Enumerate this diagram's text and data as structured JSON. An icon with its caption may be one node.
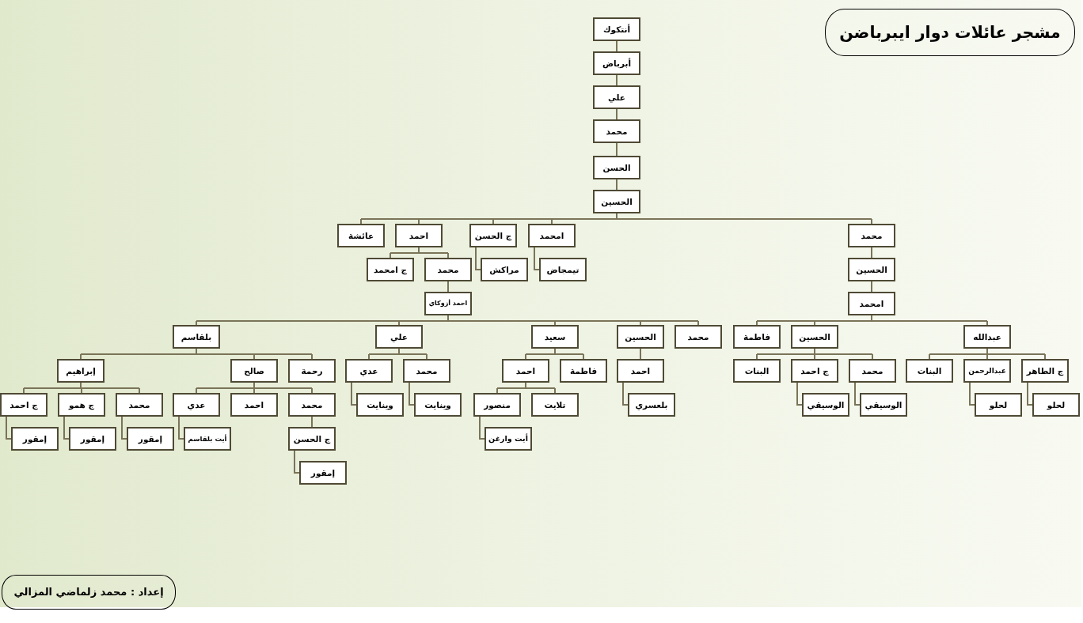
{
  "diagram": {
    "title": "مشجر عائلات دوار ايبرباضن",
    "caption": "إعداد : محمد زلماضي المزالي",
    "nodes": [
      {
        "text": [
          "أنتكوك"
        ]
      },
      {
        "text": [
          "أبرباض"
        ]
      },
      {
        "text": [
          "علي"
        ]
      },
      {
        "text": [
          "محمد"
        ]
      },
      {
        "text": [
          "الحسن"
        ]
      },
      {
        "text": [
          "الحسين"
        ]
      },
      {
        "text": [
          "محمد"
        ]
      },
      {
        "text": [
          "امحمد"
        ]
      },
      {
        "text": [
          "ج الحسن"
        ]
      },
      {
        "text": [
          "احمد"
        ]
      },
      {
        "text": [
          "عائشة"
        ]
      },
      {
        "text": [
          "الحسين"
        ]
      },
      {
        "text": [
          "تيمجاض"
        ]
      },
      {
        "text": [
          "مراكش"
        ]
      },
      {
        "text": [
          "محمد"
        ]
      },
      {
        "text": [
          "ج امحمد"
        ]
      },
      {
        "text": [
          "امحمد"
        ]
      },
      {
        "text": [
          "احمد أزوكاي"
        ]
      },
      {
        "text": [
          "عبدالله"
        ]
      },
      {
        "text": [
          "الحسين"
        ]
      },
      {
        "text": [
          "فاطمة"
        ]
      },
      {
        "text": [
          "محمد"
        ]
      },
      {
        "text": [
          "الحسين"
        ]
      },
      {
        "text": [
          "سعيد"
        ]
      },
      {
        "text": [
          "علي"
        ]
      },
      {
        "text": [
          "بلقاسم"
        ]
      },
      {
        "text": [
          "ج الطاهر"
        ]
      },
      {
        "text": [
          "عبدالرحمن"
        ]
      },
      {
        "text": [
          "البنات"
        ]
      },
      {
        "text": [
          "محمد"
        ]
      },
      {
        "text": [
          "ج احمد"
        ]
      },
      {
        "text": [
          "البنات"
        ]
      },
      {
        "text": [
          "احمد"
        ]
      },
      {
        "text": [
          "فاطمة"
        ]
      },
      {
        "text": [
          "احمد"
        ]
      },
      {
        "text": [
          "محمد"
        ]
      },
      {
        "text": [
          "عدي"
        ]
      },
      {
        "text": [
          "رحمة"
        ]
      },
      {
        "text": [
          "صالح"
        ]
      },
      {
        "text": [
          "إبراهيم"
        ]
      },
      {
        "text": [
          "لحلو"
        ]
      },
      {
        "text": [
          "لحلو"
        ]
      },
      {
        "text": [
          "الوسيقي"
        ]
      },
      {
        "text": [
          "الوسيقي"
        ]
      },
      {
        "text": [
          "بلعسري"
        ]
      },
      {
        "text": [
          "تلايت"
        ]
      },
      {
        "text": [
          "منصور"
        ]
      },
      {
        "text": [
          "وينايت"
        ]
      },
      {
        "text": [
          "وينايت"
        ]
      },
      {
        "text": [
          "محمد"
        ]
      },
      {
        "text": [
          "احمد"
        ]
      },
      {
        "text": [
          "عدي"
        ]
      },
      {
        "text": [
          "محمد"
        ]
      },
      {
        "text": [
          "ج همو"
        ]
      },
      {
        "text": [
          "ج احمد"
        ]
      },
      {
        "text": [
          "أيت وارغن"
        ]
      },
      {
        "text": [
          "ج الحسن"
        ]
      },
      {
        "text": [
          "أيت بلقاسم"
        ]
      },
      {
        "text": [
          "إمقور"
        ]
      },
      {
        "text": [
          "إمقور"
        ]
      },
      {
        "text": [
          "إمقور"
        ]
      },
      {
        "text": [
          "إمقور"
        ]
      }
    ],
    "edges": [
      {
        "from": 0,
        "to": 1,
        "arrow": "none"
      },
      {
        "from": 1,
        "to": 2,
        "arrow": "none"
      },
      {
        "from": 2,
        "to": 3,
        "arrow": "none"
      },
      {
        "from": 3,
        "to": 4,
        "arrow": "none"
      },
      {
        "from": 4,
        "to": 5,
        "arrow": "none"
      },
      {
        "from": 5,
        "to": 6,
        "arrow": "none"
      },
      {
        "from": 5,
        "to": 7,
        "arrow": "none"
      },
      {
        "from": 5,
        "to": 8,
        "arrow": "none"
      },
      {
        "from": 5,
        "to": 9,
        "arrow": "none"
      },
      {
        "from": 5,
        "to": 10,
        "arrow": "none"
      },
      {
        "from": 6,
        "to": 11,
        "arrow": "none"
      },
      {
        "from": 11,
        "to": 16,
        "arrow": "none"
      },
      {
        "from": 7,
        "to": 12,
        "arrow": "none"
      },
      {
        "from": 8,
        "to": 13,
        "arrow": "none"
      },
      {
        "from": 9,
        "to": 14,
        "arrow": "none"
      },
      {
        "from": 9,
        "to": 15,
        "arrow": "none"
      },
      {
        "from": 14,
        "to": 17,
        "arrow": "none"
      },
      {
        "from": 16,
        "to": 18,
        "arrow": "none"
      },
      {
        "from": 16,
        "to": 19,
        "arrow": "none"
      },
      {
        "from": 16,
        "to": 20,
        "arrow": "none"
      },
      {
        "from": 17,
        "to": 21,
        "arrow": "none"
      },
      {
        "from": 17,
        "to": 22,
        "arrow": "none"
      },
      {
        "from": 17,
        "to": 23,
        "arrow": "none"
      },
      {
        "from": 17,
        "to": 24,
        "arrow": "none"
      },
      {
        "from": 17,
        "to": 25,
        "arrow": "none"
      },
      {
        "from": 18,
        "to": 26,
        "arrow": "none"
      },
      {
        "from": 18,
        "to": 27,
        "arrow": "none"
      },
      {
        "from": 18,
        "to": 28,
        "arrow": "none"
      },
      {
        "from": 19,
        "to": 29,
        "arrow": "none"
      },
      {
        "from": 19,
        "to": 30,
        "arrow": "none"
      },
      {
        "from": 19,
        "to": 31,
        "arrow": "none"
      },
      {
        "from": 22,
        "to": 32,
        "arrow": "none"
      },
      {
        "from": 23,
        "to": 33,
        "arrow": "none"
      },
      {
        "from": 23,
        "to": 34,
        "arrow": "none"
      },
      {
        "from": 24,
        "to": 35,
        "arrow": "none"
      },
      {
        "from": 24,
        "to": 36,
        "arrow": "none"
      },
      {
        "from": 25,
        "to": 37,
        "arrow": "none"
      },
      {
        "from": 25,
        "to": 38,
        "arrow": "none"
      },
      {
        "from": 25,
        "to": 39,
        "arrow": "none"
      },
      {
        "from": 26,
        "to": 40,
        "arrow": "none"
      },
      {
        "from": 27,
        "to": 41,
        "arrow": "none"
      },
      {
        "from": 29,
        "to": 42,
        "arrow": "none"
      },
      {
        "from": 30,
        "to": 43,
        "arrow": "none"
      },
      {
        "from": 32,
        "to": 44,
        "arrow": "none"
      },
      {
        "from": 34,
        "to": 45,
        "arrow": "none"
      },
      {
        "from": 34,
        "to": 46,
        "arrow": "none"
      },
      {
        "from": 35,
        "to": 47,
        "arrow": "none"
      },
      {
        "from": 36,
        "to": 48,
        "arrow": "none"
      },
      {
        "from": 38,
        "to": 49,
        "arrow": "none"
      },
      {
        "from": 38,
        "to": 50,
        "arrow": "none"
      },
      {
        "from": 38,
        "to": 51,
        "arrow": "none"
      },
      {
        "from": 39,
        "to": 52,
        "arrow": "none"
      },
      {
        "from": 39,
        "to": 53,
        "arrow": "none"
      },
      {
        "from": 39,
        "to": 54,
        "arrow": "none"
      },
      {
        "from": 46,
        "to": 55,
        "arrow": "none"
      },
      {
        "from": 49,
        "to": 56,
        "arrow": "none"
      },
      {
        "from": 51,
        "to": 57,
        "arrow": "none"
      },
      {
        "from": 52,
        "to": 58,
        "arrow": "none"
      },
      {
        "from": 53,
        "to": 59,
        "arrow": "none"
      },
      {
        "from": 54,
        "to": 60,
        "arrow": "none"
      },
      {
        "from": 56,
        "to": 61,
        "arrow": "none"
      }
    ]
  }
}
